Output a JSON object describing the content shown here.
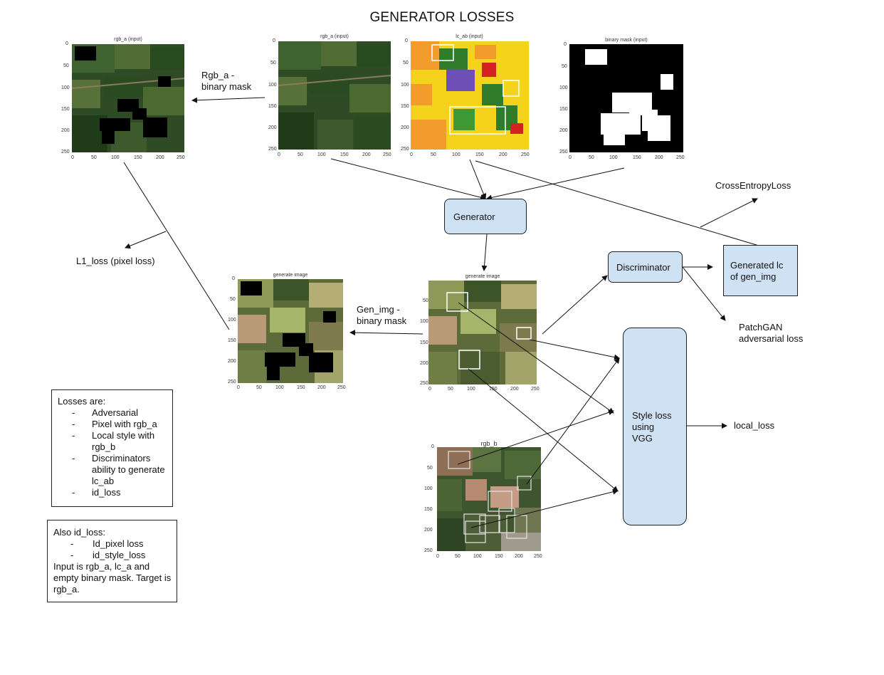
{
  "title": "GENERATOR LOSSES",
  "plots": {
    "rgb_a_left": {
      "title": "rgb_a (input)"
    },
    "rgb_a_input": {
      "title": "rgb_a (input)"
    },
    "lc_ab_input": {
      "title": "lc_ab (input)"
    },
    "binary_mask_input": {
      "title": "binary mask (input)"
    },
    "generate_image_mid": {
      "title": "generate image"
    },
    "generate_image_right": {
      "title": "generate image"
    },
    "rgb_b": {
      "title": "rgb_b"
    }
  },
  "ticks": [
    "0",
    "50",
    "100",
    "150",
    "200",
    "250"
  ],
  "labels": {
    "rgb_a_minus_mask": [
      "Rgb_a -",
      "binary mask"
    ],
    "l1_loss": "L1_loss (pixel loss)",
    "gen_img_minus_mask": [
      "Gen_img -",
      "binary mask"
    ],
    "cross_entropy": "CrossEntropyLoss",
    "patchgan": [
      "PatchGAN",
      "adversarial loss"
    ],
    "local_loss": "local_loss"
  },
  "boxes": {
    "generator": "Generator",
    "discriminator": "Discriminator",
    "generated_lc": [
      "Generated lc",
      "of gen_img"
    ],
    "style_loss": [
      "Style loss",
      "using",
      "VGG"
    ]
  },
  "losses_note": {
    "heading": "Losses are:",
    "items": [
      "Adversarial",
      "Pixel with rgb_a",
      "Local style with rgb_b",
      "Discriminators ability to generate lc_ab",
      "id_loss"
    ]
  },
  "id_note": {
    "heading": "Also id_loss:",
    "items": [
      "Id_pixel loss",
      "id_style_loss"
    ],
    "footer": "Input is rgb_a, lc_a and empty binary mask. Target is rgb_a."
  },
  "colors": {
    "box_fill": "#cfe2f3",
    "satellite_green": "#3c5a2c",
    "lc_yellow": "#f5d21c",
    "lc_orange": "#f39c2e"
  }
}
